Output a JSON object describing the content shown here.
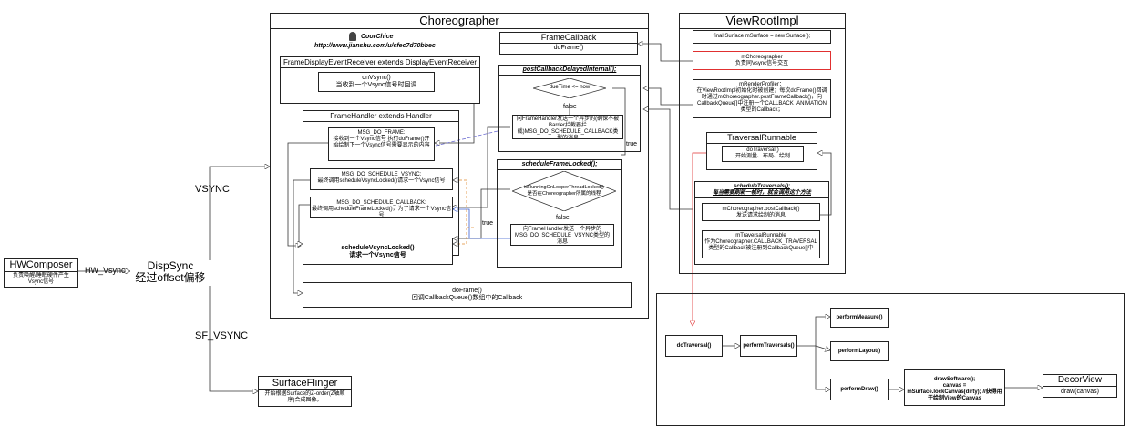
{
  "choreographer": {
    "title": "Choreographer",
    "author": "CoorChice",
    "url": "http://www.jianshu.com/u/cfec7d70bbec",
    "receiver_title": "FrameDisplayEventReceiver extends DisplayEventReceiver",
    "on_vsync": "onVsync()",
    "on_vsync_desc": "当收到一个Vsync信号时回调",
    "handler_title": "FrameHandler extends Handler",
    "msg_do_frame": "MSG_DO_FRAME:",
    "msg_do_frame_desc": "接收到一个Vsync信号 执行doFrame()开始绘制下一个Vsync信号需要显示的内容",
    "msg_do_schedule_vsync": "MSG_DO_SCHEDULE_VSYNC:",
    "msg_do_schedule_vsync_desc": "最终调用scheduleVsyncLocked()请求一个Vsync信号",
    "msg_do_schedule_callback": "MSG_DO_SCHEDULE_CALLBACK:",
    "msg_do_schedule_callback_desc": "最终调用scheduleFrameLocked()，为了请求一个Vsync信号",
    "schedule_vsync_locked": "scheduleVsyncLocked()",
    "schedule_vsync_locked_desc": "请求一个Vsync信号",
    "do_frame_bottom": "doFrame()",
    "do_frame_bottom_desc": "回调CallbackQueue()数组中的Callback",
    "frame_callback_title": "FrameCallback",
    "frame_callback_method": "doFrame()",
    "post_callback_title": "postCallbackDelayedInternal();",
    "due_time": "dueTime <= now",
    "post_false": "false",
    "post_true": "true",
    "post_send_msg": "向FrameHandler发送一个异步的(确保不被Barrier拦截器拦截)MSG_DO_SCHEDULE_CALLBACK类型的消息",
    "schedule_frame_title": "scheduleFrameLocked();",
    "is_running": "isRunningOnLooperThreadLocked() 是否在Choreographer所属的线程",
    "sf_false": "false",
    "sf_true": "true",
    "sf_send_msg": "向FrameHandler发送一个异步的MSG_DO_SCHEDULE_VSYNC类型的消息"
  },
  "viewrootimpl": {
    "title": "ViewRootImpl",
    "surface_field": "final Surface mSurface = new Surface();",
    "choreographer_field": "mChoreographer",
    "choreographer_desc": "负责同Vsync信号交互",
    "render_profiler": "mRenderProfiler：",
    "render_profiler_desc": "在ViewRootImpl初始化时被创建；每次doFrame()回调时通过mChoreographer.postFrameCallback()，向CallbackQueue[]中注册一个CALLBACK_ANIMATION类型的Callback；",
    "traversal_runnable_title": "TraversalRunnable",
    "do_traversal": "doTraversal()",
    "do_traversal_desc": "开始测量、布局、绘制",
    "schedule_traversals": "scheduleTraversals();",
    "schedule_traversals_desc": "每当需要刷新一帧时，就会调用这个方法",
    "post_callback": "mChoreographer.postCallback()",
    "post_callback_desc": "发送请求绘制的消息",
    "m_traversal_runnable": "mTraversalRunnable",
    "m_traversal_runnable_desc": "作为Choreographer.CALLBACK_TRAVERSAL类型的Callback被注册到CallbackQueue[]中"
  },
  "hwcomposer": {
    "title": "HWComposer",
    "desc": "负责唤醒/睡眠硬件产生Vsync信号"
  },
  "dispsync": {
    "title": "DispSync",
    "desc": "经过offset偏移"
  },
  "labels": {
    "hw_vsync": "HW_Vsync",
    "vsync": "VSYNC",
    "sf_vsync": "SF_VSYNC"
  },
  "surfaceflinger": {
    "title": "SurfaceFlinger",
    "desc": "开始根据Surface的Z-order(Z轴顺序)合成图像。"
  },
  "traversal": {
    "do_traversal": "doTraversal()",
    "perform_traversals": "performTraversals()",
    "perform_measure": "performMeasure()",
    "perform_layout": "performLayout()",
    "perform_draw": "performDraw()",
    "draw_software": "drawSoftware();",
    "draw_software_desc": "canvas = mSurface.lockCanvas(dirty); //获得用于绘制View的Canvas"
  },
  "decorview": {
    "title": "DecorView",
    "method": "draw(canvas)"
  },
  "colors": {
    "blue_arrow": "#3a5fd0",
    "orange_arrow": "#e08a30",
    "red_line": "#e03030",
    "purple_dashed": "#6a6ad0"
  }
}
